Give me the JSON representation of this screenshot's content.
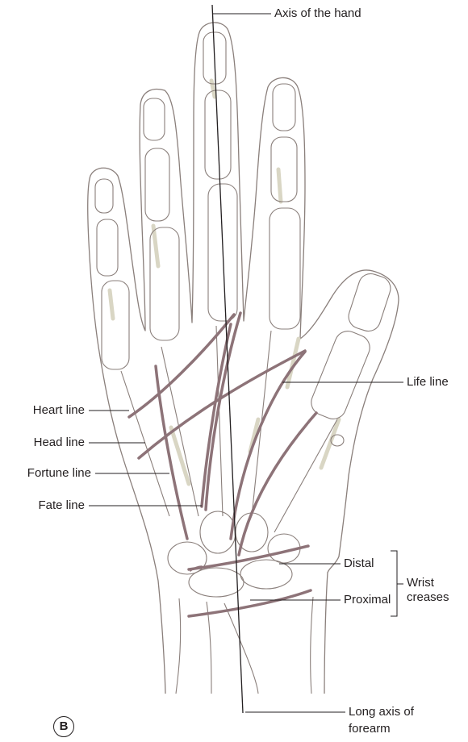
{
  "labels": {
    "axis_of_hand": "Axis of the hand",
    "life_line": "Life line",
    "heart_line": "Heart line",
    "head_line": "Head line",
    "fortune_line": "Fortune line",
    "fate_line": "Fate line",
    "distal": "Distal",
    "proximal": "Proximal",
    "wrist_creases_1": "Wrist",
    "wrist_creases_2": "creases",
    "long_axis_1": "Long axis of",
    "long_axis_2": "forearm"
  },
  "panel_letter": "B",
  "colors": {
    "outline": "#8a7f7b",
    "bone_shade": "#d9d6c4",
    "palm_lines": "#8d7378",
    "leader": "#231f20"
  }
}
